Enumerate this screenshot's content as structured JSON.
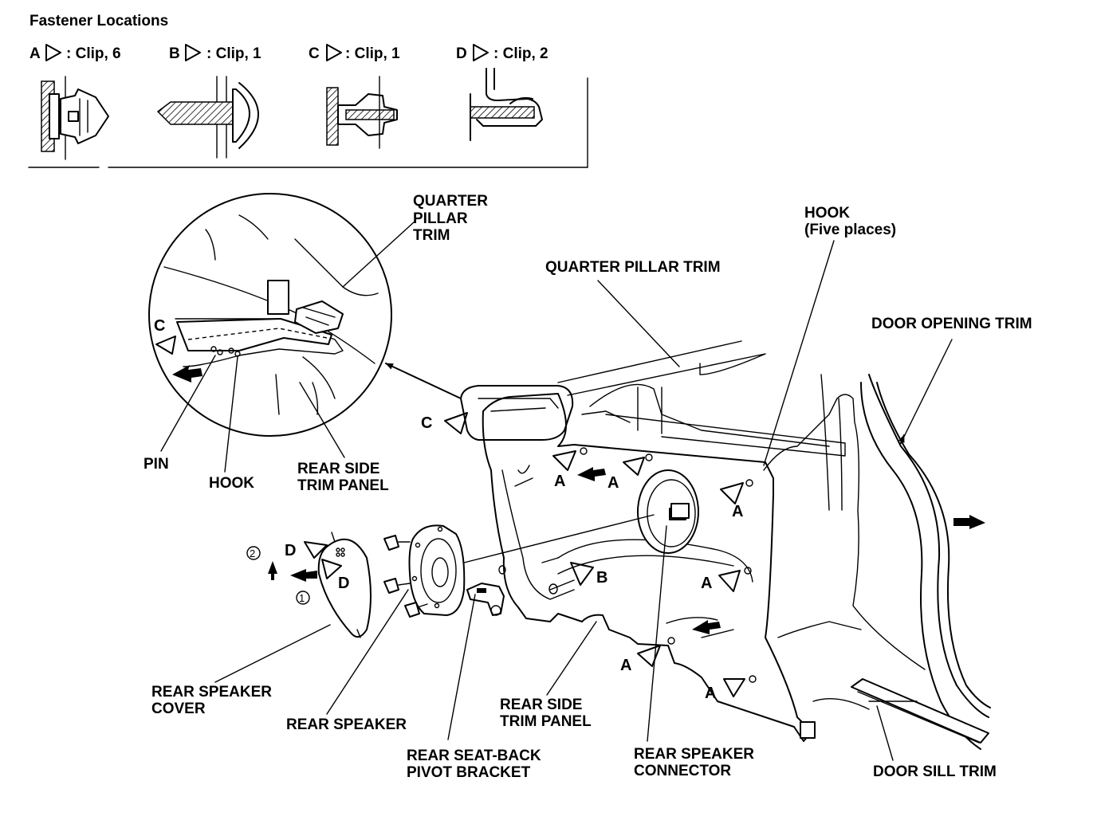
{
  "legend": {
    "title": "Fastener Locations",
    "items": [
      {
        "letter": "A",
        "text": ": Clip, 6"
      },
      {
        "letter": "B",
        "text": ": Clip, 1"
      },
      {
        "letter": "C",
        "text": ": Clip, 1"
      },
      {
        "letter": "D",
        "text": ": Clip, 2"
      }
    ]
  },
  "labels": {
    "quarter_pillar_trim_inset": [
      "QUARTER",
      "PILLAR",
      "TRIM"
    ],
    "quarter_pillar_trim": "QUARTER PILLAR TRIM",
    "hook_five": [
      "HOOK",
      "(Five places)"
    ],
    "door_opening_trim": "DOOR OPENING TRIM",
    "pin": "PIN",
    "hook": "HOOK",
    "rear_side_trim_panel_inset": [
      "REAR SIDE",
      "TRIM PANEL"
    ],
    "rear_speaker_cover": [
      "REAR SPEAKER",
      "COVER"
    ],
    "rear_speaker": "REAR SPEAKER",
    "rear_seat_back_pivot_bracket": [
      "REAR SEAT-BACK",
      "PIVOT BRACKET"
    ],
    "rear_side_trim_panel": [
      "REAR SIDE",
      "TRIM PANEL"
    ],
    "rear_speaker_connector": [
      "REAR SPEAKER",
      "CONNECTOR"
    ],
    "door_sill_trim": "DOOR SILL TRIM"
  },
  "callouts": {
    "a": "A",
    "b": "B",
    "c": "C",
    "d": "D",
    "step1": "1",
    "step2": "2"
  }
}
